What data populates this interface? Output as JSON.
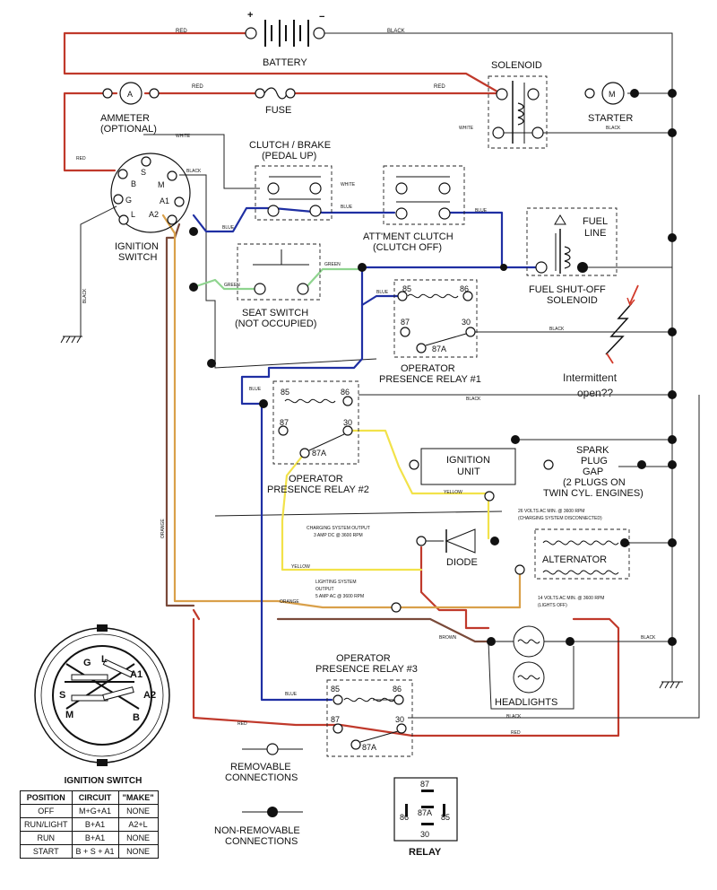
{
  "components": {
    "battery": "BATTERY",
    "solenoid": "SOLENOID",
    "ammeter": "AMMETER",
    "ammeter_sub": "(OPTIONAL)",
    "ammeter_symbol": "A",
    "fuse": "FUSE",
    "starter": "STARTER",
    "starter_symbol": "M",
    "clutch_brake": "CLUTCH / BRAKE",
    "clutch_brake_sub": "(PEDAL UP)",
    "attment_clutch": "ATT'MENT CLUTCH",
    "attment_clutch_sub": "(CLUTCH OFF)",
    "fuel_line": "FUEL",
    "fuel_line_2": "LINE",
    "fuel_solenoid": "FUEL SHUT-OFF",
    "fuel_solenoid_2": "SOLENOID",
    "ignition_switch": "IGNITION",
    "ignition_switch_2": "SWITCH",
    "seat_switch": "SEAT SWITCH",
    "seat_switch_sub": "(NOT OCCUPIED)",
    "relay1": "OPERATOR",
    "relay1_2": "PRESENCE RELAY #1",
    "relay2": "OPERATOR",
    "relay2_2": "PRESENCE RELAY #2",
    "relay3": "OPERATOR",
    "relay3_2": "PRESENCE RELAY #3",
    "ignition_unit": "IGNITION",
    "ignition_unit_2": "UNIT",
    "spark_plug": "SPARK",
    "spark_plug_2": "PLUG",
    "spark_plug_3": "GAP",
    "spark_plug_4": "(2 PLUGS ON",
    "spark_plug_5": "TWIN CYL. ENGINES)",
    "diode": "DIODE",
    "alternator": "ALTERNATOR",
    "headlights": "HEADLIGHTS",
    "relay_legend": "RELAY"
  },
  "terminals": {
    "plus": "+",
    "minus": "−",
    "s": "S",
    "b": "B",
    "m": "M",
    "g": "G",
    "a1": "A1",
    "l": "L",
    "a2": "A2",
    "r85": "85",
    "r86": "86",
    "r87": "87",
    "r30": "30",
    "r87a": "87A"
  },
  "wire_labels": {
    "red": "RED",
    "black": "BLACK",
    "white": "WHITE",
    "blue": "BLUE",
    "green": "GREEN",
    "yellow": "YELLOW",
    "orange": "ORANGE",
    "brown": "BROWN"
  },
  "specs": {
    "charging_output": "CHARGING SYSTEM OUTPUT",
    "charging_output_2": "3 AMP DC @ 3600 RPM",
    "volts_26": "26 VOLTS AC MIN. @ 3600 RPM",
    "volts_26_2": "(CHARGING SYSTEM DISCONNECTED)",
    "lighting_output": "LIGHTING SYSTEM",
    "lighting_output_2": "OUTPUT",
    "lighting_output_3": "5 AMP AC @ 3600 RPM",
    "volts_14": "14 VOLTS AC MIN. @ 3600 RPM",
    "volts_14_2": "(LIGHTS OFF)"
  },
  "annotation": {
    "line1": "Intermittent",
    "line2": "open??"
  },
  "legend": {
    "removable": "REMOVABLE",
    "removable_2": "CONNECTIONS",
    "non_removable": "NON-REMOVABLE",
    "non_removable_2": "CONNECTIONS"
  },
  "switch_face": {
    "g": "G",
    "l": "L",
    "a1": "A1",
    "a2": "A2",
    "s": "S",
    "m": "M",
    "b": "B"
  },
  "ignition_table": {
    "title": "IGNITION SWITCH",
    "headers": [
      "POSITION",
      "CIRCUIT",
      "\"MAKE\""
    ],
    "rows": [
      [
        "OFF",
        "M+G+A1",
        "NONE"
      ],
      [
        "RUN/LIGHT",
        "B+A1",
        "A2+L"
      ],
      [
        "RUN",
        "B+A1",
        "NONE"
      ],
      [
        "START",
        "B + S + A1",
        "NONE"
      ]
    ]
  },
  "colors": {
    "red": "#c0392b",
    "blue": "#1f2fa3",
    "green": "#8fd48f",
    "yellow": "#f2e24a",
    "orange": "#d9a04a",
    "brown": "#7a4a3a",
    "black": "#222222"
  }
}
